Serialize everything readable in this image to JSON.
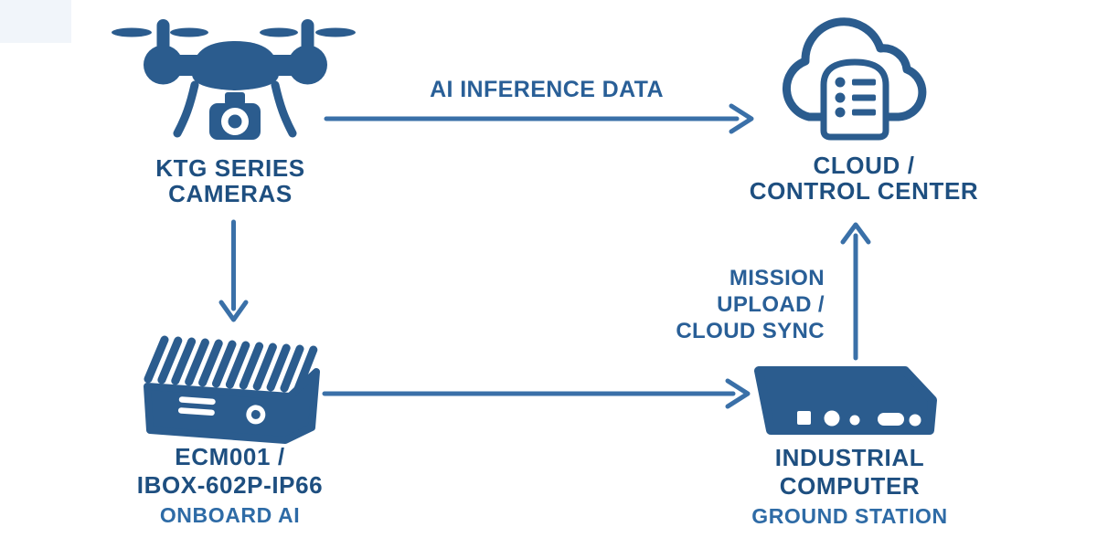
{
  "palette": {
    "icon-blue": "#2b5c8e",
    "arrow-blue": "#3a70a8",
    "label-dark": "#1e4f80",
    "label-medium": "#2e6ba6",
    "arrow-label": "#295f97",
    "background": "#ffffff"
  },
  "nodes": {
    "cameras": {
      "icon": "drone-icon",
      "line1": "KTG SERIES",
      "line2": "CAMERAS"
    },
    "cloud": {
      "icon": "cloud-document-icon",
      "line1": "CLOUD /",
      "line2": "CONTROL CENTER"
    },
    "onboard": {
      "icon": "embedded-computer-icon",
      "line1": "ECM001 /",
      "line2": "IBOX-602P-IP66",
      "line3": "ONBOARD AI"
    },
    "ground": {
      "icon": "industrial-computer-icon",
      "line1": "INDUSTRIAL",
      "line2": "COMPUTER",
      "line3": "GROUND STATION"
    }
  },
  "edges": {
    "inference": {
      "from": "cameras",
      "to": "cloud",
      "direction": "right",
      "label": "AI INFERENCE DATA"
    },
    "camera_feed": {
      "from": "cameras",
      "to": "onboard",
      "direction": "down",
      "label": ""
    },
    "onboard_to_ground": {
      "from": "onboard",
      "to": "ground",
      "direction": "right",
      "label": ""
    },
    "mission": {
      "from": "ground",
      "to": "cloud",
      "direction": "up",
      "line1": "MISSION",
      "line2": "UPLOAD /",
      "line3": "CLOUD SYNC"
    }
  }
}
